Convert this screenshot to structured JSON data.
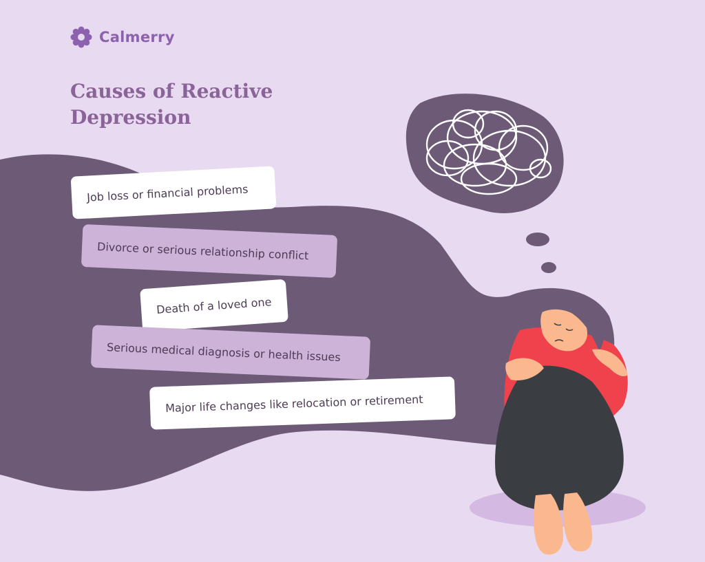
{
  "brand": {
    "name": "Calmerry",
    "icon": "flower-logo-icon",
    "color": "#8c62ae"
  },
  "title": {
    "line1": "Causes of Reactive",
    "line2": "Depression",
    "color": "#8a6398"
  },
  "causes": [
    {
      "label": "Job loss or financial problems",
      "style": "white"
    },
    {
      "label": "Divorce or serious relationship conflict",
      "style": "lilac"
    },
    {
      "label": "Death of a loved one",
      "style": "white"
    },
    {
      "label": "Serious medical diagnosis or health issues",
      "style": "lilac"
    },
    {
      "label": "Major life changes like relocation or retirement",
      "style": "white"
    }
  ],
  "illustration": {
    "thought_bubble": "tangled-thoughts-scribble",
    "figure": "sad-woman-hugging-knees"
  },
  "colors": {
    "background": "#e8daf0",
    "hair_blob": "#6c5a76",
    "card_white": "#ffffff",
    "card_lilac": "#cdb3d8",
    "text_dark": "#4d3a55",
    "sweater": "#f0424c",
    "pants": "#3a3d42",
    "skin": "#fbb88e",
    "shadow": "#d4bae2"
  }
}
